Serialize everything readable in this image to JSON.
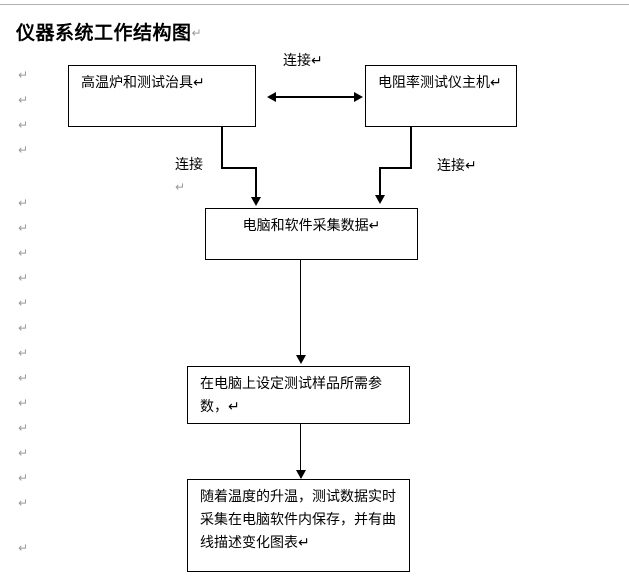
{
  "document": {
    "title": "仪器系统工作结构图",
    "paragraph_mark": "↵"
  },
  "boxes": [
    {
      "id": "furnace-fixture",
      "text": "高温炉和测试治具↵"
    },
    {
      "id": "resistivity-tester-host",
      "text": "电阻率测试仪主机↵"
    },
    {
      "id": "pc-software-acquisition",
      "text": "电脑和软件采集数据↵"
    },
    {
      "id": "set-parameters",
      "text": "在电脑上设定测试样品所需参\n数，↵"
    },
    {
      "id": "realtime-record",
      "text": "随着温度的升温，测试数据实时\n采集在电脑软件内保存，并有曲\n线描述变化图表↵"
    }
  ],
  "connector_labels": {
    "top": "连接↵",
    "left": "连接",
    "left_mark": "↵",
    "right": "连接↵"
  },
  "margin_marks": {
    "glyph": "↵",
    "tops": [
      68,
      93,
      118,
      143,
      196,
      221,
      246,
      271,
      296,
      321,
      346,
      371,
      396,
      421,
      446,
      471,
      496,
      541
    ]
  },
  "colors": {
    "page_background": "#ffffff",
    "ink": "#000000",
    "mark_gray": "#9a9a9a",
    "rule_gray": "#b0b0b0"
  }
}
